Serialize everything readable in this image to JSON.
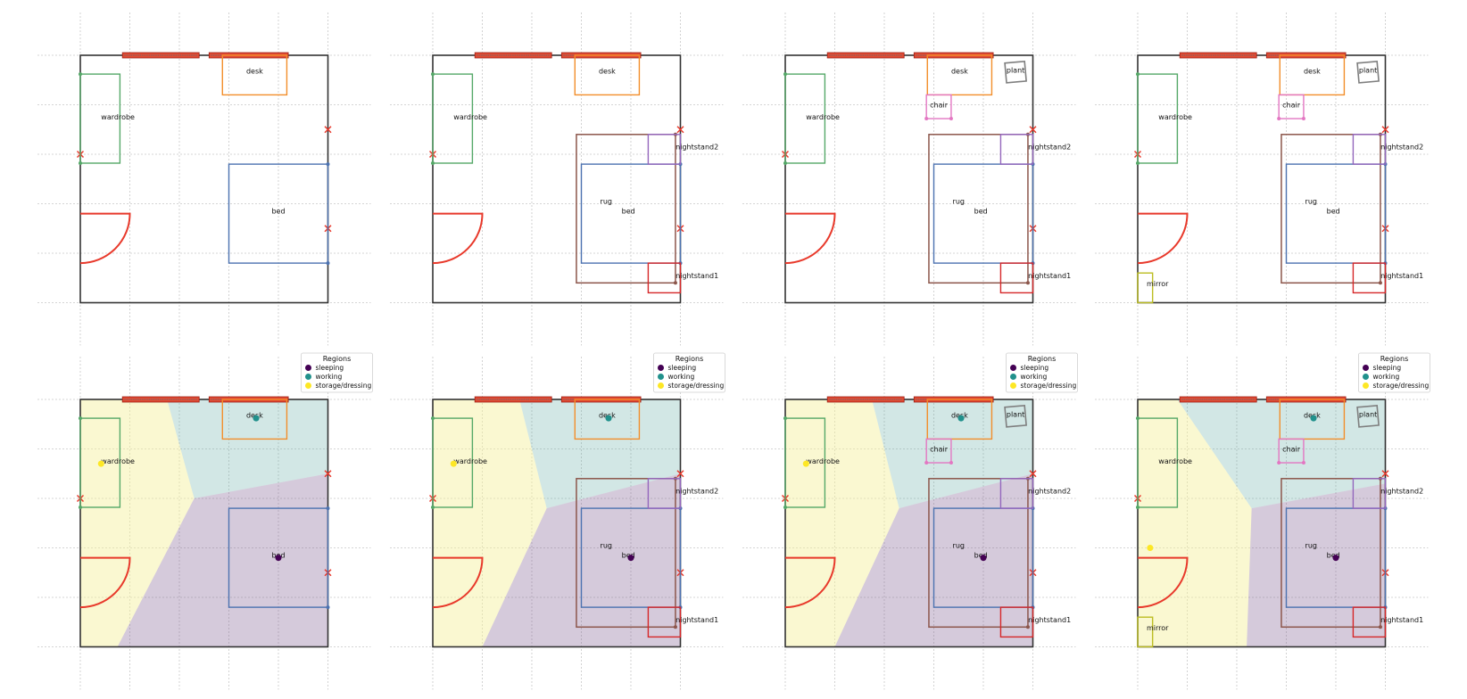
{
  "legend": {
    "title": "Regions",
    "items": [
      {
        "label": "sleeping",
        "color": "#440154"
      },
      {
        "label": "working",
        "color": "#21918c"
      },
      {
        "label": "storage/dressing",
        "color": "#fde725"
      }
    ]
  },
  "colors": {
    "wall": "#333333",
    "window": "#e24a33",
    "door": "#e8392b",
    "marker": "#e8392b",
    "grid": "#c8c8c8",
    "wardrobe": "#55a868",
    "desk": "#f28e2b",
    "bed": "#4c72b0",
    "rug": "#8c564b",
    "nightstand": "#9467bd",
    "chair": "#e377c2",
    "plant": "#7f7f7f",
    "mirror": "#bcbd22",
    "sleeping_fill": "#7b5b8f",
    "working_fill": "#5fa8a3",
    "storage_fill": "#f5ef9a"
  },
  "panels": [
    {
      "id": "p1",
      "row": 0,
      "col": 0,
      "regions": false,
      "labels": {
        "wardrobe": "wardrobe",
        "desk": "desk",
        "bed": "bed"
      }
    },
    {
      "id": "p2",
      "row": 0,
      "col": 1,
      "regions": false,
      "labels": {
        "wardrobe": "wardrobe",
        "desk": "desk",
        "bed": "bed",
        "rug": "rug",
        "nightstand1": "nightstand1",
        "nightstand2": "nightstand2"
      }
    },
    {
      "id": "p3",
      "row": 0,
      "col": 2,
      "regions": false,
      "labels": {
        "wardrobe": "wardrobe",
        "desk": "desk",
        "bed": "bed",
        "rug": "rug",
        "nightstand1": "nightstand1",
        "nightstand2": "nightstand2",
        "chair": "chair",
        "plant": "plant"
      }
    },
    {
      "id": "p4",
      "row": 0,
      "col": 3,
      "regions": false,
      "labels": {
        "wardrobe": "wardrobe",
        "desk": "desk",
        "bed": "bed",
        "rug": "rug",
        "nightstand1": "nightstand1",
        "nightstand2": "nightstand2",
        "chair": "chair",
        "plant": "plant",
        "mirror": "mirror"
      }
    },
    {
      "id": "p5",
      "row": 1,
      "col": 0,
      "regions": true,
      "labels": {
        "wardrobe": "wardrobe",
        "desk": "desk",
        "bed": "bed"
      }
    },
    {
      "id": "p6",
      "row": 1,
      "col": 1,
      "regions": true,
      "labels": {
        "wardrobe": "wardrobe",
        "desk": "desk",
        "bed": "bed",
        "rug": "rug",
        "nightstand1": "nightstand1",
        "nightstand2": "nightstand2"
      }
    },
    {
      "id": "p7",
      "row": 1,
      "col": 2,
      "regions": true,
      "labels": {
        "wardrobe": "wardrobe",
        "desk": "desk",
        "bed": "bed",
        "rug": "rug",
        "nightstand1": "nightstand1",
        "nightstand2": "nightstand2",
        "chair": "chair",
        "plant": "plant"
      }
    },
    {
      "id": "p8",
      "row": 1,
      "col": 3,
      "regions": true,
      "labels": {
        "wardrobe": "wardrobe",
        "desk": "desk",
        "bed": "bed",
        "rug": "rug",
        "nightstand1": "nightstand1",
        "nightstand2": "nightstand2",
        "chair": "chair",
        "plant": "plant",
        "mirror": "mirror"
      }
    }
  ]
}
